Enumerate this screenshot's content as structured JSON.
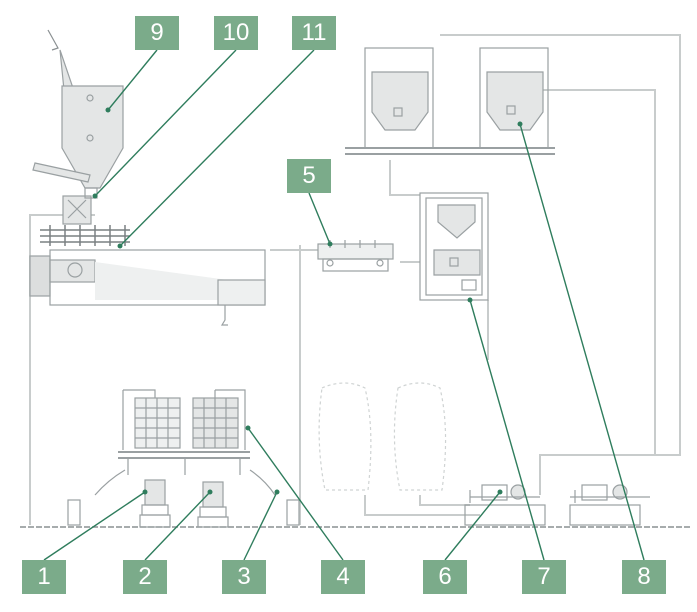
{
  "colors": {
    "accent": "#7bab8a",
    "line": "#2f7d5d",
    "machine": "#9aa0a2",
    "fill": "#e4e6e6",
    "pipe": "#c8cccc"
  },
  "callouts": [
    {
      "id": "1",
      "label": "1"
    },
    {
      "id": "2",
      "label": "2"
    },
    {
      "id": "3",
      "label": "3"
    },
    {
      "id": "4",
      "label": "4"
    },
    {
      "id": "5",
      "label": "5"
    },
    {
      "id": "6",
      "label": "6"
    },
    {
      "id": "7",
      "label": "7"
    },
    {
      "id": "8",
      "label": "8"
    },
    {
      "id": "9",
      "label": "9"
    },
    {
      "id": "10",
      "label": "10"
    },
    {
      "id": "11",
      "label": "11"
    }
  ]
}
